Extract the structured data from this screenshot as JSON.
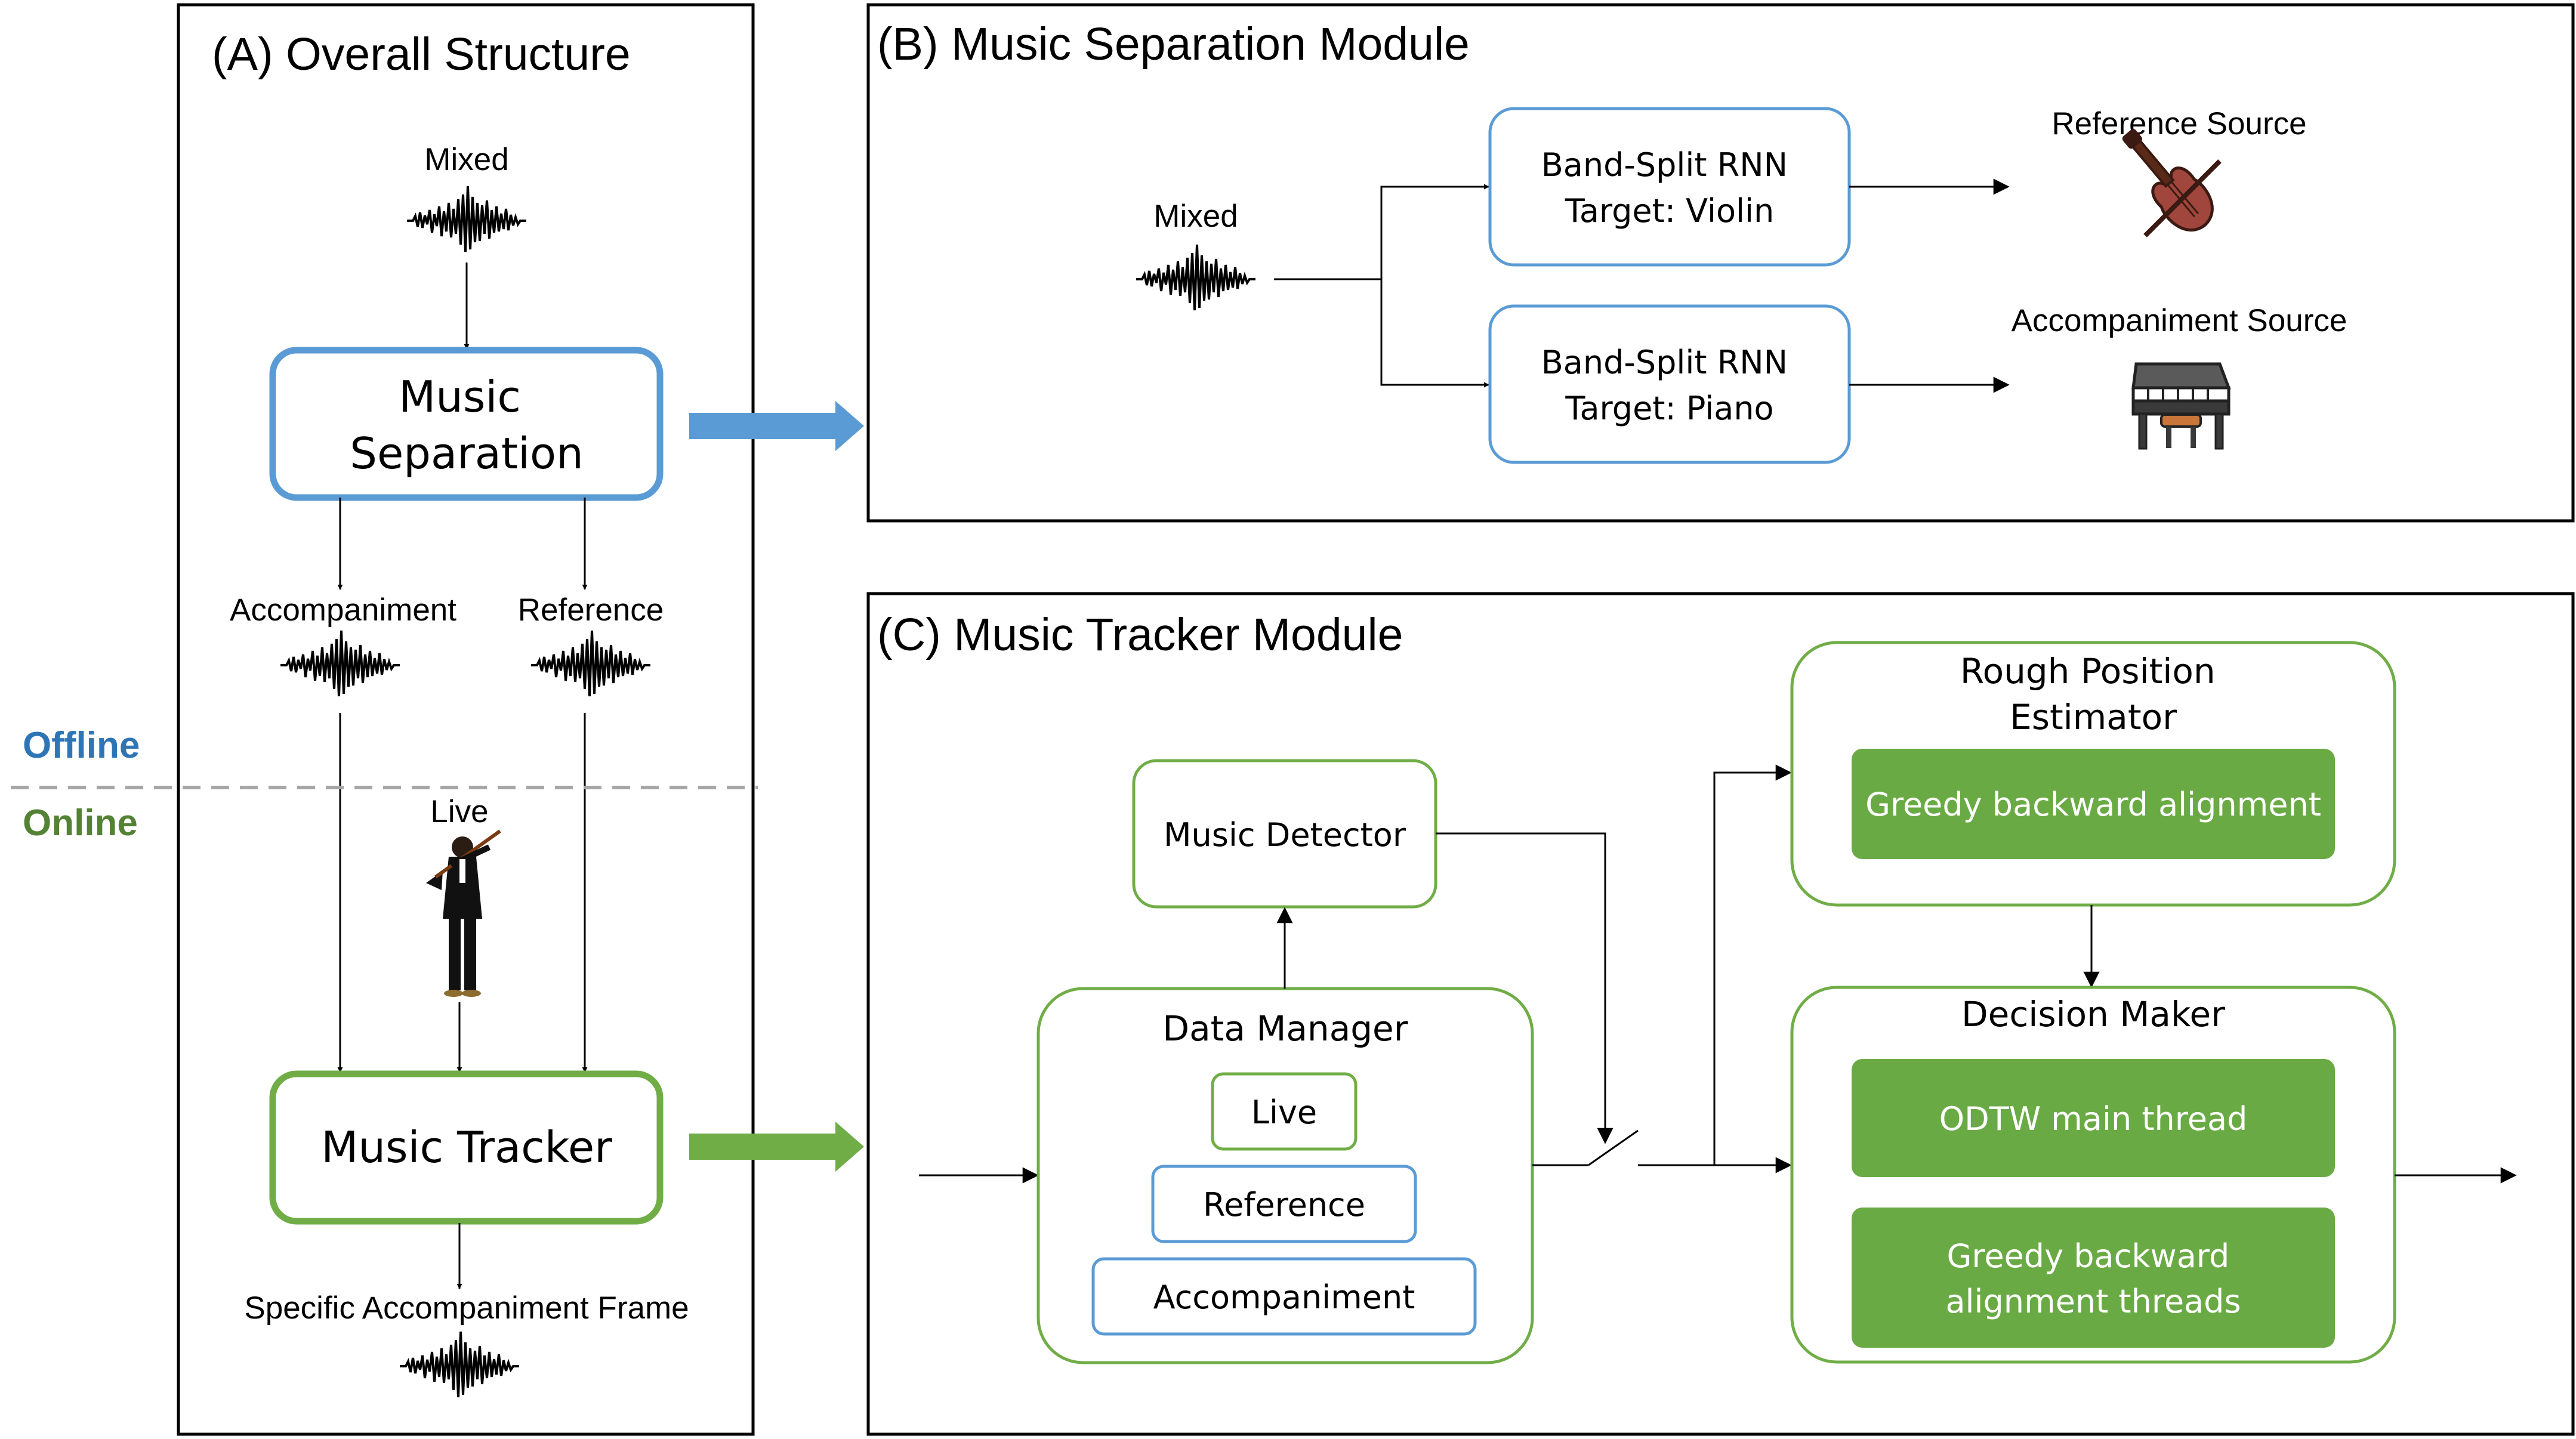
{
  "panel_a": {
    "title": "(A) Overall Structure",
    "mixed_label": "Mixed",
    "music_separation": [
      "Music",
      "Separation"
    ],
    "accompaniment_label": "Accompaniment",
    "reference_label": "Reference",
    "live_label": "Live",
    "music_tracker": "Music Tracker",
    "output_label": "Specific Accompaniment Frame"
  },
  "zones": {
    "offline": "Offline",
    "online": "Online"
  },
  "panel_b": {
    "title": "(B) Music Separation Module",
    "mixed_label": "Mixed",
    "rnn_violin": [
      "Band-Split RNN",
      "Target: Violin"
    ],
    "rnn_piano": [
      "Band-Split RNN",
      "Target: Piano"
    ],
    "reference_source": "Reference Source",
    "accompaniment_source": "Accompaniment Source"
  },
  "panel_c": {
    "title": "(C) Music Tracker Module",
    "music_detector": "Music Detector",
    "data_manager": "Data Manager",
    "live": "Live",
    "reference": "Reference",
    "accompaniment": "Accompaniment",
    "rough_position": [
      "Rough Position",
      "Estimator"
    ],
    "greedy_backward": "Greedy backward alignment",
    "decision_maker": "Decision Maker",
    "odtw": "ODTW main thread",
    "greedy_threads": [
      "Greedy backward",
      "alignment threads"
    ]
  },
  "icons": [
    "waveform-icon",
    "violin-icon",
    "piano-icon",
    "violinist-icon"
  ],
  "colors": {
    "blue": "#5b9bd5",
    "green": "#70ad47",
    "dark_green": "#6aaa45",
    "offline_text": "#2e75b6",
    "online_text": "#548235",
    "divider": "#a6a6a6"
  }
}
